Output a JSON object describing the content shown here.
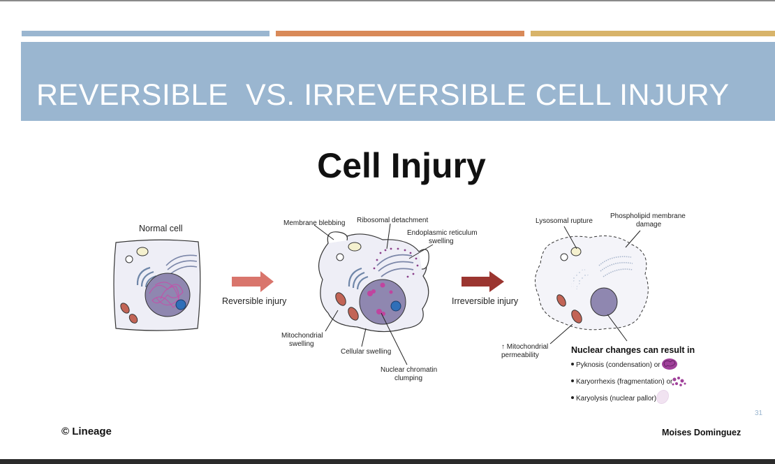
{
  "slide": {
    "title": "REVERSIBLE  VS. IRREVERSIBLE CELL INJURY",
    "number": "31",
    "colors": {
      "stripe1": "#9ab6d0",
      "stripe2": "#d98a59",
      "stripe3": "#d8b46a",
      "band": "#9ab6d0"
    }
  },
  "figure": {
    "heading": "Cell Injury",
    "normal_cell": "Normal cell",
    "reversible_arrow": "Reversible injury",
    "irreversible_arrow": "Irreversible injury",
    "labels": {
      "membrane_blebbing": "Membrane blebbing",
      "ribosomal_detachment": "Ribosomal detachment",
      "er_swelling_1": "Endoplasmic reticulum",
      "er_swelling_2": "swelling",
      "mito_swelling_1": "Mitochondrial",
      "mito_swelling_2": "swelling",
      "cellular_swelling": "Cellular swelling",
      "chromatin_1": "Nuclear chromatin",
      "chromatin_2": "clumping",
      "lysosomal_rupture": "Lysosomal rupture",
      "phospholipid_1": "Phospholipid membrane",
      "phospholipid_2": "damage",
      "mito_perm_1": "↑ Mitochondrial",
      "mito_perm_2": "permeability"
    },
    "nuclear_changes": {
      "heading": "Nuclear changes can result in",
      "items": [
        "Pyknosis (condensation) or",
        "Karyorrhexis (fragmentation) or",
        "Karyolysis (nuclear pallor)"
      ]
    }
  },
  "footer": {
    "left": "© Lineage",
    "right": "Moises Dominguez"
  }
}
